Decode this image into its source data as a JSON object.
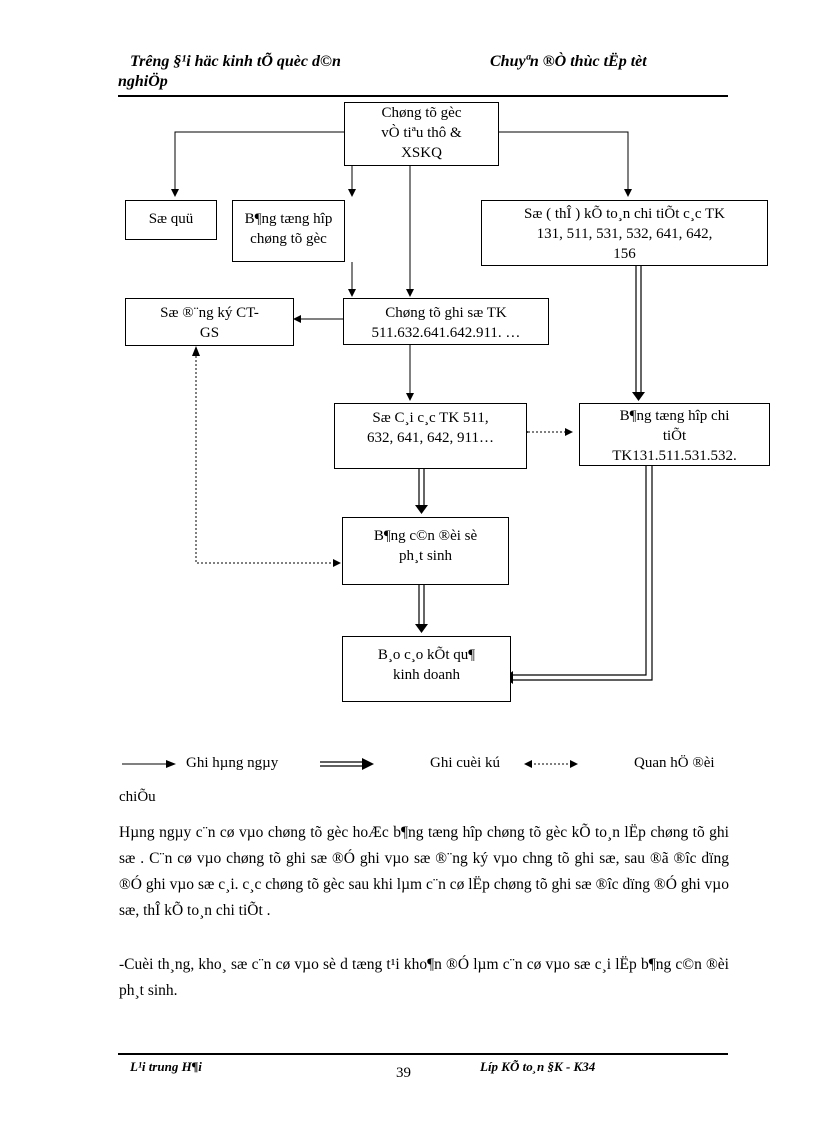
{
  "header": {
    "left_line1": "Tr­êng  §¹i häc kinh tÕ quèc d©n",
    "left_line2": "nghiÖp",
    "right": "Chuyªn ®Ò thùc tËp tèt"
  },
  "diagram": {
    "box_top": [
      "Chøng tõ gèc",
      "vÒ tiªu thô &",
      "XSKQ"
    ],
    "box_soquy": "Sæ quü",
    "box_bangtong": [
      "B¶ng tæng hîp",
      "chøng tõ gèc"
    ],
    "box_sothe": [
      "Sæ ( thÎ ) kÕ to¸n chi tiÕt c¸c TK",
      "131, 511, 531, 532, 641, 642,",
      "156"
    ],
    "box_sodangky": [
      "Sæ ®¨ng ký CT-",
      "GS"
    ],
    "box_ctgs": [
      "Chøng tõ ghi sæ TK",
      "511.632.641.642.911. …"
    ],
    "box_socai": [
      "Sæ C¸i c¸c TK 511,",
      "632, 641, 642, 911…"
    ],
    "box_bangtonghopct": [
      "B¶ng tæng hîp chi",
      "tiÕt",
      "TK131.511.531.532."
    ],
    "box_bangcandoi": [
      "B¶ng c©n ®èi sè",
      "ph¸t sinh"
    ],
    "box_baocao": [
      "B¸o c¸o kÕt qu¶",
      "kinh doanh"
    ]
  },
  "legend": {
    "daily": "Ghi hµng ngµy",
    "monthend": "Ghi cuèi kú",
    "relation_line1": "Quan hÖ ®èi",
    "relation_line2": "chiÕu"
  },
  "body": {
    "para1": "Hµng ngµy c¨n cø vµo chøng tõ gèc hoÆc b¶ng tæng hîp chøng tõ gèc kÕ to¸n lËp chøng tõ ghi sæ . C¨n cø vµo chøng tõ ghi sæ ®Ó ghi vµo sæ ®¨ng ký vµo chng  tõ ghi sæ, sau ®ã ®­îc  dïng ®Ó ghi vµo sæ c¸i. c¸c chøng tõ gèc sau khi lµm c¨n cø lËp chøng tõ ghi sæ ®­îc  dïng ®Ó ghi vµo sæ, thÎ kÕ to¸n chi tiÕt .",
    "para2": " -Cuèi th¸ng, kho¸ sæ c¨n cø vµo sè d­ tæng t¹i kho¶n ®Ó lµm c¨n cø vµo sæ c¸i lËp b¶ng c©n ®èi ph¸t sinh."
  },
  "footer": {
    "left": "L¹i trung H¶i",
    "page": "39",
    "right": "Líp  KÕ to¸n §K - K34"
  }
}
